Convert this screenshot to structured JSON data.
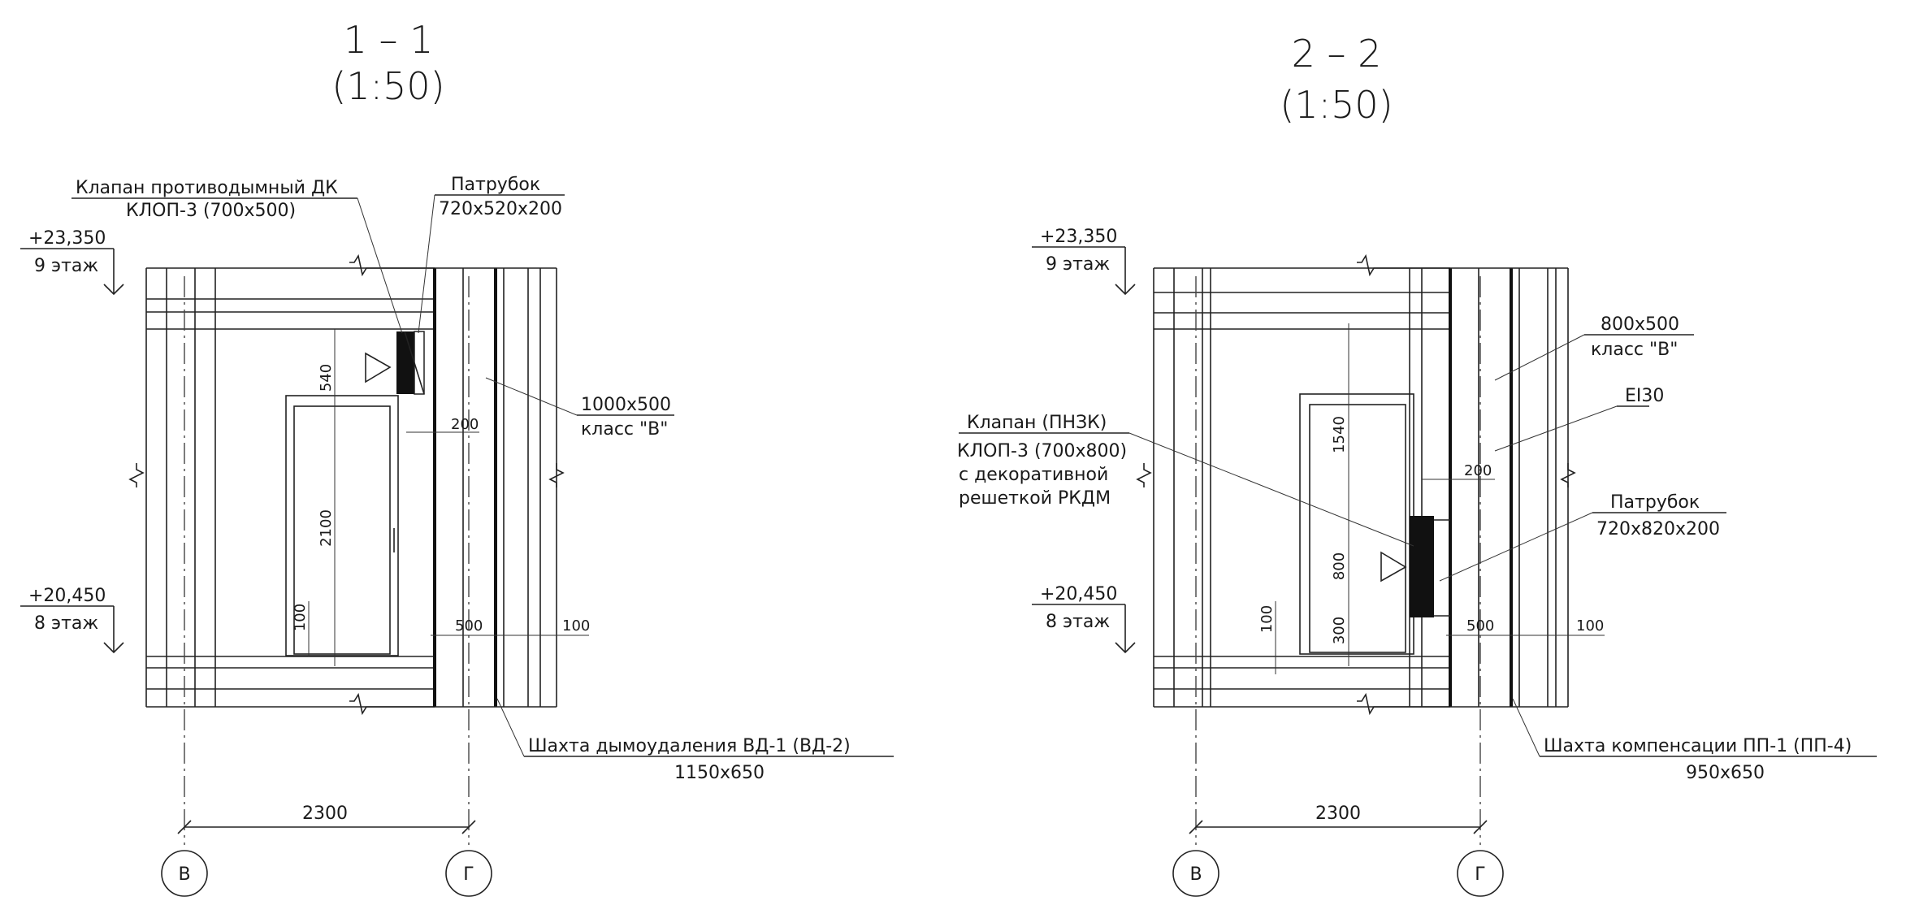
{
  "section_1": {
    "title": "1 – 1",
    "scale": "(1:50)",
    "level_top": {
      "value": "+23,350",
      "floor": "9 этаж"
    },
    "level_bottom": {
      "value": "+20,450",
      "floor": "8 этаж"
    },
    "valve_label_line1": "Клапан противодымный ДК",
    "valve_label_line2": "КЛОП-3 (700x500)",
    "nozzle_label_line1": "Патрубок",
    "nozzle_label_line2": "720x520x200",
    "duct_label_line1": "1000x500",
    "duct_label_line2": "класс \"В\"",
    "shaft_label_line1": "Шахта дымоудаления ВД-1 (ВД-2)",
    "shaft_label_line2": "1150x650",
    "dims": {
      "d540": "540",
      "d2100": "2100",
      "d100v": "100",
      "d200": "200",
      "d500": "500",
      "d100h": "100",
      "d2300": "2300"
    },
    "axis_left": "В",
    "axis_right": "Г"
  },
  "section_2": {
    "title": "2 – 2",
    "scale": "(1:50)",
    "level_top": {
      "value": "+23,350",
      "floor": "9 этаж"
    },
    "level_bottom": {
      "value": "+20,450",
      "floor": "8 этаж"
    },
    "valve_label_line1": "Клапан (ПНЗК)",
    "valve_label_line2": "КЛОП-3 (700x800)",
    "valve_label_line3": "с декоративной",
    "valve_label_line4": "решеткой РКДМ",
    "duct_label_line1": "800x500",
    "duct_label_line2": "класс \"В\"",
    "fire_rating": "EI30",
    "nozzle_label_line1": "Патрубок",
    "nozzle_label_line2": "720x820x200",
    "shaft_label_line1": "Шахта компенсации ПП-1 (ПП-4)",
    "shaft_label_line2": "950x650",
    "dims": {
      "d1540": "1540",
      "d800": "800",
      "d300": "300",
      "d100v": "100",
      "d200": "200",
      "d500": "500",
      "d100h": "100",
      "d2300": "2300"
    },
    "axis_left": "В",
    "axis_right": "Г"
  },
  "colors": {
    "ink": "#1a1a1a",
    "paper": "#ffffff"
  }
}
